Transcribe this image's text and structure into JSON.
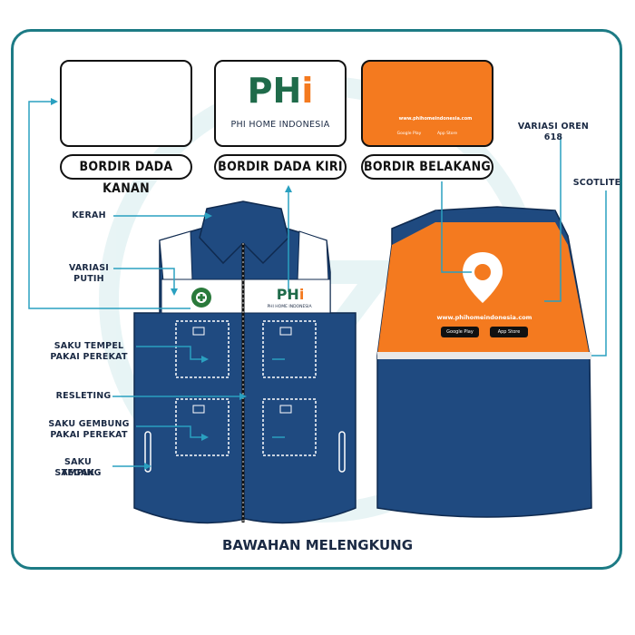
{
  "cards": {
    "right_chest": {
      "label": "BORDIR DADA KANAN"
    },
    "left_chest": {
      "brand_main": "PH",
      "brand_i": "i",
      "company": "PHI HOME INDONESIA",
      "label": "BORDIR DADA KIRI"
    },
    "back": {
      "url": "www.phihomeindonesia.com",
      "label": "BORDIR BELAKANG",
      "store_google": "Google Play",
      "store_apple": "App Store"
    }
  },
  "callouts": {
    "kerah": "KERAH",
    "variasi_putih_1": "VARIASI",
    "variasi_putih_2": "PUTIH",
    "saku_tempel_1": "SAKU TEMPEL",
    "saku_tempel_2": "PAKAI PEREKAT",
    "resleting": "RESLETING",
    "saku_gembung_1": "SAKU GEMBUNG",
    "saku_gembung_2": "PAKAI PEREKAT",
    "saku_samping_1": "SAKU SAMPING",
    "saku_samping_2": "TEGAK",
    "variasi_oren": "VARIASI OREN 618",
    "scotlite": "SCOTLITE"
  },
  "vest_front": {
    "brand_main": "PH",
    "brand_i": "i",
    "company": "PHI HOME INDONESIA"
  },
  "vest_back": {
    "url": "www.phihomeindonesia.com",
    "store_google": "Google Play",
    "store_apple": "App Store"
  },
  "footer": {
    "title": "BAWAHAN MELENGKUNG"
  },
  "colors": {
    "navy": "#1f4a80",
    "orange": "#f47a1f",
    "teal": "#1d7b85",
    "green": "#2a7a3b",
    "white": "#ffffff"
  }
}
